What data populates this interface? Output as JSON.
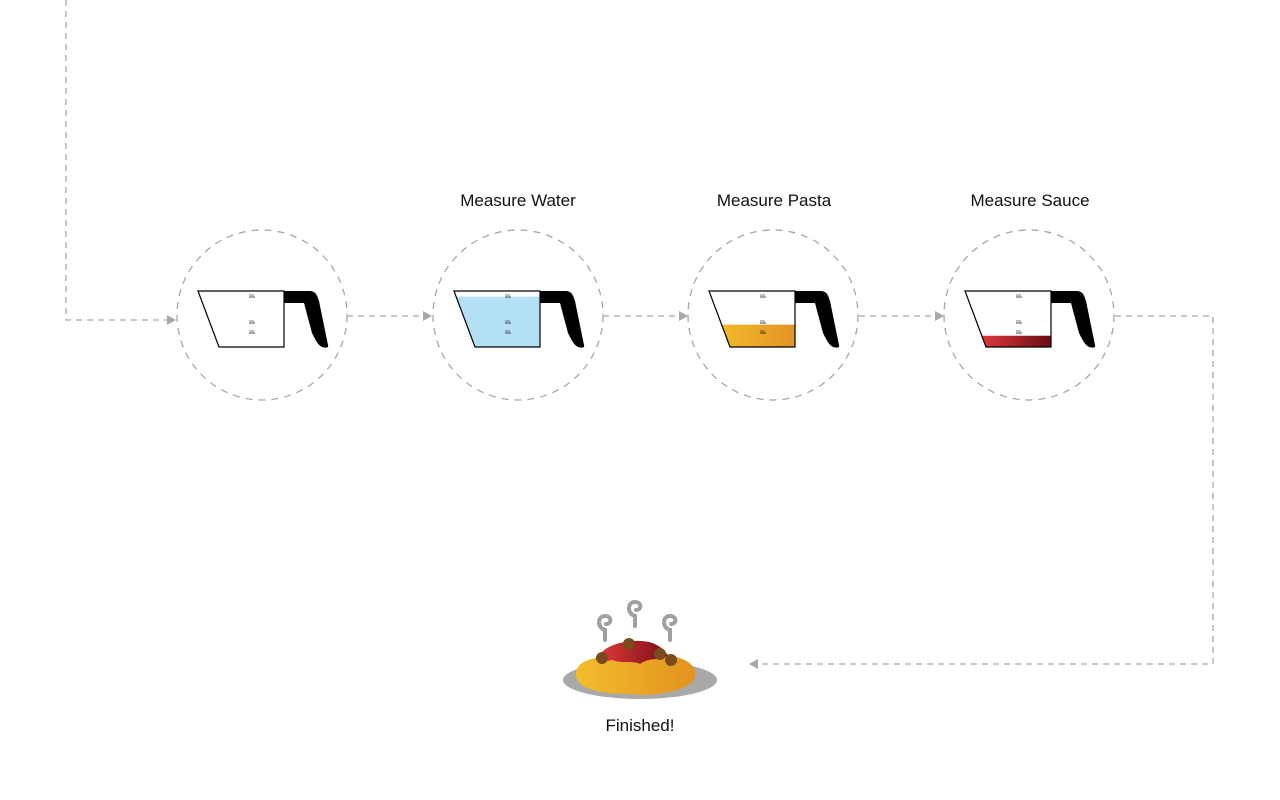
{
  "steps": [
    {
      "label": "",
      "fill_level": 0,
      "fill_colors": []
    },
    {
      "label": "Measure Water",
      "fill_level": 0.9,
      "fill_colors": [
        "#b3e0f5",
        "#b3e0f5"
      ]
    },
    {
      "label": "Measure Pasta",
      "fill_level": 0.4,
      "fill_colors": [
        "#f0b92a",
        "#e39424"
      ]
    },
    {
      "label": "Measure Sauce",
      "fill_level": 0.2,
      "fill_colors": [
        "#e0393a",
        "#6a0c16"
      ]
    }
  ],
  "finish": {
    "label": "Finished!"
  },
  "colors": {
    "connector": "#a8a8a8",
    "outline": "#000000",
    "plate": "#a9a9a9",
    "pasta": "#eea526",
    "sauce": "#c62828",
    "meatball": "#7a4a1a",
    "steam": "#a0a0a0"
  }
}
